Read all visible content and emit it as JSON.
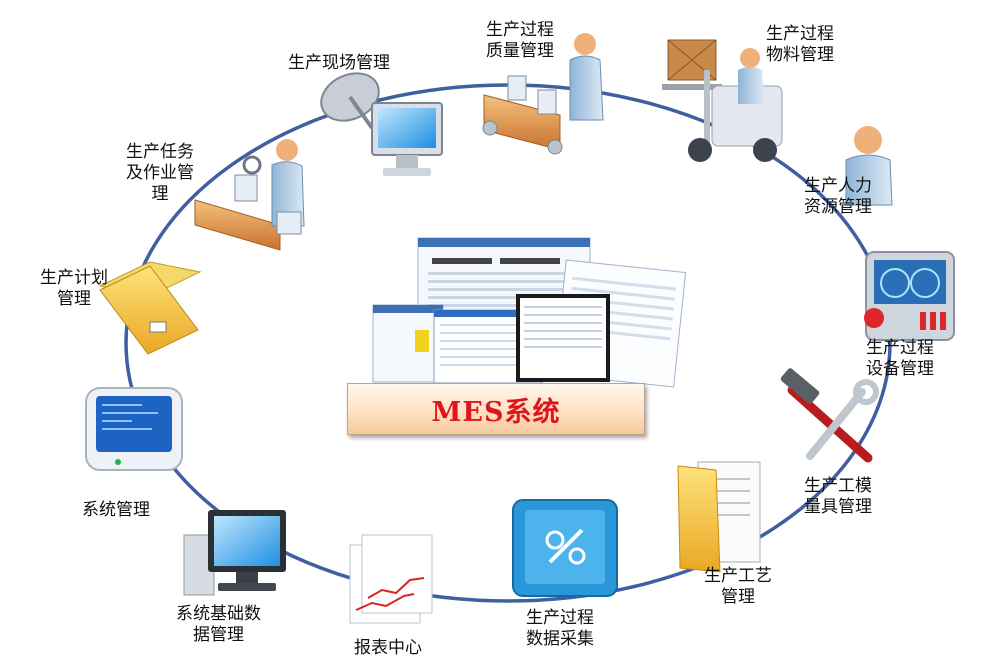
{
  "title": "MES系统",
  "modules": [
    {
      "id": "field",
      "lines": [
        "生产现场管理"
      ],
      "icon": "satellite-dish-monitor-icon"
    },
    {
      "id": "quality",
      "lines": [
        "生产过程",
        "质量管理"
      ],
      "icon": "conveyor-worker-icon"
    },
    {
      "id": "material",
      "lines": [
        "生产过程",
        "物料管理"
      ],
      "icon": "forklift-icon"
    },
    {
      "id": "hr",
      "lines": [
        "生产人力",
        "资源管理"
      ],
      "icon": "person-icon"
    },
    {
      "id": "equipment",
      "lines": [
        "生产过程",
        "设备管理"
      ],
      "icon": "control-panel-icon"
    },
    {
      "id": "tooling",
      "lines": [
        "生产工模",
        "量具管理"
      ],
      "icon": "hammer-wrench-icon"
    },
    {
      "id": "process",
      "lines": [
        "生产工艺",
        "管理"
      ],
      "icon": "folder-document-icon"
    },
    {
      "id": "data_collection",
      "lines": [
        "生产过程",
        "数据采集"
      ],
      "icon": "tablet-tools-icon"
    },
    {
      "id": "reports",
      "lines": [
        "报表中心"
      ],
      "icon": "report-charts-icon"
    },
    {
      "id": "base_data",
      "lines": [
        "系统基础数",
        "据管理"
      ],
      "icon": "desktop-computer-icon"
    },
    {
      "id": "system",
      "lines": [
        "系统管理"
      ],
      "icon": "crt-monitor-icon"
    },
    {
      "id": "plan",
      "lines": [
        "生产计划",
        "管理"
      ],
      "icon": "folder-icon"
    },
    {
      "id": "task",
      "lines": [
        "生产任务",
        "及作业管",
        "理"
      ],
      "icon": "assembly-worker-icon"
    }
  ],
  "colors": {
    "ring": "#3f5fa0",
    "title": "#e0141c",
    "title_bg": "#fde2c4"
  }
}
